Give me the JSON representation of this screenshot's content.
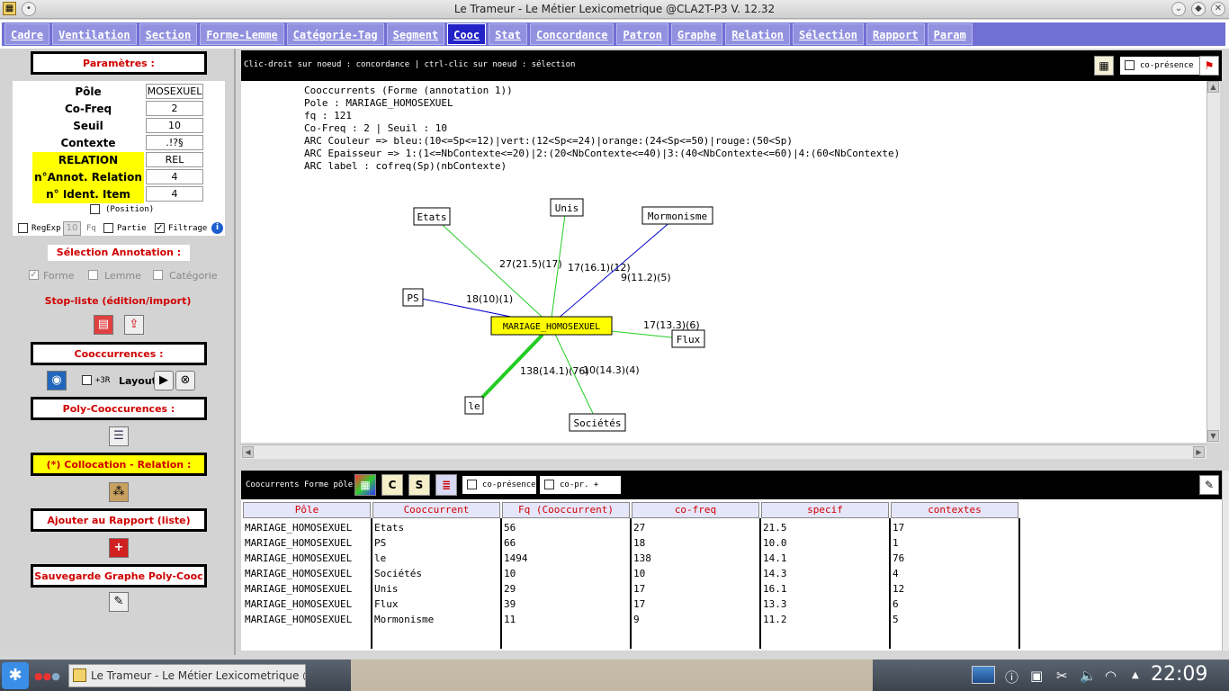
{
  "window": {
    "title": "Le Trameur - Le Métier Lexicometrique @CLA2T-P3 V. 12.32"
  },
  "tabs": [
    {
      "label": "Cadre",
      "active": false
    },
    {
      "label": "Ventilation",
      "active": false
    },
    {
      "label": "Section",
      "active": false
    },
    {
      "label": "Forme-Lemme",
      "active": false
    },
    {
      "label": "Catégorie-Tag",
      "active": false
    },
    {
      "label": "Segment",
      "active": false
    },
    {
      "label": "Cooc",
      "active": true
    },
    {
      "label": "Stat",
      "active": false
    },
    {
      "label": "Concordance",
      "active": false
    },
    {
      "label": "Patron",
      "active": false
    },
    {
      "label": "Graphe",
      "active": false
    },
    {
      "label": "Relation",
      "active": false
    },
    {
      "label": "Sélection",
      "active": false
    },
    {
      "label": "Rapport",
      "active": false
    },
    {
      "label": "Param",
      "active": false
    }
  ],
  "left": {
    "params_title": "Paramètres :",
    "params": [
      {
        "label": "Pôle",
        "value": "MOSEXUEL",
        "yellow": false
      },
      {
        "label": "Co-Freq",
        "value": "2",
        "yellow": false
      },
      {
        "label": "Seuil",
        "value": "10",
        "yellow": false
      },
      {
        "label": "Contexte",
        "value": ".!?§",
        "yellow": false
      },
      {
        "label": "RELATION",
        "value": "REL",
        "yellow": true
      },
      {
        "label": "n°Annot. Relation",
        "value": "4",
        "yellow": true
      },
      {
        "label": "n° Ident. Item",
        "value": "4",
        "yellow": true
      }
    ],
    "position_label": "(Position)",
    "regexp_label": "RegExp",
    "fq_value": "10",
    "fq_label": "Fq",
    "partie_label": "Partie",
    "filtrage_label": "Filtrage",
    "info_icon": "i",
    "selection_annotation_title": "Sélection Annotation :",
    "annot_options": [
      "Forme",
      "Lemme",
      "Catégorie"
    ],
    "stoplist_label": "Stop-liste (édition/import)",
    "cooccurrences_title": "Cooccurrences :",
    "plus3r_label": "+3R",
    "layout_label": "Layout",
    "poly_title": "Poly-Cooccurences :",
    "collocation_title": "(*) Collocation - Relation :",
    "ajouter_title": "Ajouter au Rapport (liste)",
    "sauvegarde_title": "Sauvegarde Graphe Poly-Cooc"
  },
  "graph_header": {
    "message": "Clic-droit sur noeud : concordance | ctrl-clic sur noeud : sélection",
    "copresence_label": "co-présence"
  },
  "graph_info": [
    "Cooccurrents (Forme (annotation 1))",
    "Pole : MARIAGE_HOMOSEXUEL",
    "fq : 121",
    "Co-Freq : 2 | Seuil : 10",
    "ARC Couleur => bleu:(10<=Sp<=12)|vert:(12<Sp<=24)|orange:(24<Sp<=50)|rouge:(50<Sp)",
    "ARC Epaisseur => 1:(1<=NbContexte<=20)|2:(20<NbContexte<=40)|3:(40<NbContexte<=60)|4:(60<NbContexte)",
    "ARC label : cofreq(Sp)(nbContexte)"
  ],
  "graph": {
    "center": "MARIAGE_HOMOSEXUEL",
    "nodes": [
      {
        "label": "Etats",
        "edge_label": "27(21.5)(17)",
        "color": "#22cc22"
      },
      {
        "label": "Unis",
        "edge_label": "17(16.1)(12)",
        "color": "#22cc22"
      },
      {
        "label": "Mormonisme",
        "edge_label": "9(11.2)(5)",
        "color": "#0000cc"
      },
      {
        "label": "PS",
        "edge_label": "18(10)(1)",
        "color": "#0000cc"
      },
      {
        "label": "Flux",
        "edge_label": "17(13.3)(6)",
        "color": "#22cc22"
      },
      {
        "label": "le",
        "edge_label": "138(14.1)(76)",
        "color": "#22cc22"
      },
      {
        "label": "Sociétés",
        "edge_label": "10(14.3)(4)",
        "color": "#22cc22"
      }
    ]
  },
  "table_header": {
    "message": "Coocurrents Forme pôle",
    "copresence_label": "co-présence",
    "copr_pole_label": "co-pr. + pôle"
  },
  "table": {
    "columns": [
      "Pôle",
      "Cooccurrent",
      "Fq (Cooccurrent)",
      "co-freq",
      "specif",
      "contextes"
    ],
    "rows": [
      [
        "MARIAGE_HOMOSEXUEL",
        "Etats",
        "56",
        "27",
        "21.5",
        "17"
      ],
      [
        "MARIAGE_HOMOSEXUEL",
        "PS",
        "66",
        "18",
        "10.0",
        "1"
      ],
      [
        "MARIAGE_HOMOSEXUEL",
        "le",
        "1494",
        "138",
        "14.1",
        "76"
      ],
      [
        "MARIAGE_HOMOSEXUEL",
        "Sociétés",
        "10",
        "10",
        "14.3",
        "4"
      ],
      [
        "MARIAGE_HOMOSEXUEL",
        "Unis",
        "29",
        "17",
        "16.1",
        "12"
      ],
      [
        "MARIAGE_HOMOSEXUEL",
        "Flux",
        "39",
        "17",
        "13.3",
        "6"
      ],
      [
        "MARIAGE_HOMOSEXUEL",
        "Mormonisme",
        "11",
        "9",
        "11.2",
        "5"
      ]
    ]
  },
  "taskbar": {
    "task_label": "Le Trameur - Le Métier Lexicometrique @Cl",
    "clock": "22:09"
  }
}
